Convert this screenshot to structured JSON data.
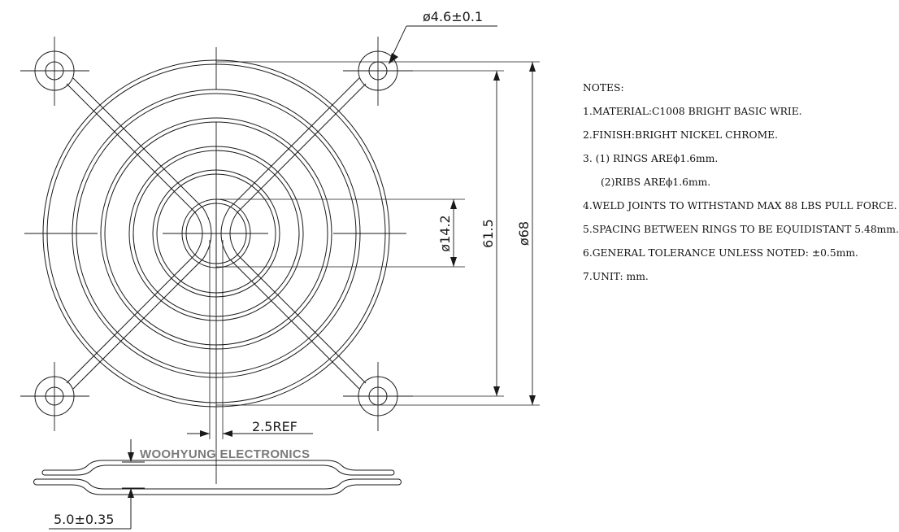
{
  "notes": {
    "title": "NOTES:",
    "items": [
      "1.MATERIAL:C1008 BRIGHT BASIC WRIE.",
      "2.FINISH:BRIGHT NICKEL CHROME.",
      "3. (1) RINGS AREϕ1.6mm.",
      "(2)RIBS AREϕ1.6mm.",
      "4.WELD JOINTS TO WITHSTAND MAX 88 LBS PULL FORCE.",
      "5.SPACING BETWEEN RINGS TO BE EQUIDISTANT 5.48mm.",
      "6.GENERAL TOLERANCE UNLESS NOTED: ±0.5mm.",
      "7.UNIT: mm."
    ]
  },
  "dimensions": {
    "hole_diameter": "ø4.6±0.1",
    "hub_diameter": "ø14.2",
    "hole_spacing": "61.5",
    "overall": "ø68",
    "rib_offset": "2.5REF",
    "thickness": "5.0±0.35"
  },
  "brand": "WOOHYUNG ELECTRONICS",
  "colors": {
    "line": "#1a1a1a",
    "brand": "#7a7a7a"
  }
}
